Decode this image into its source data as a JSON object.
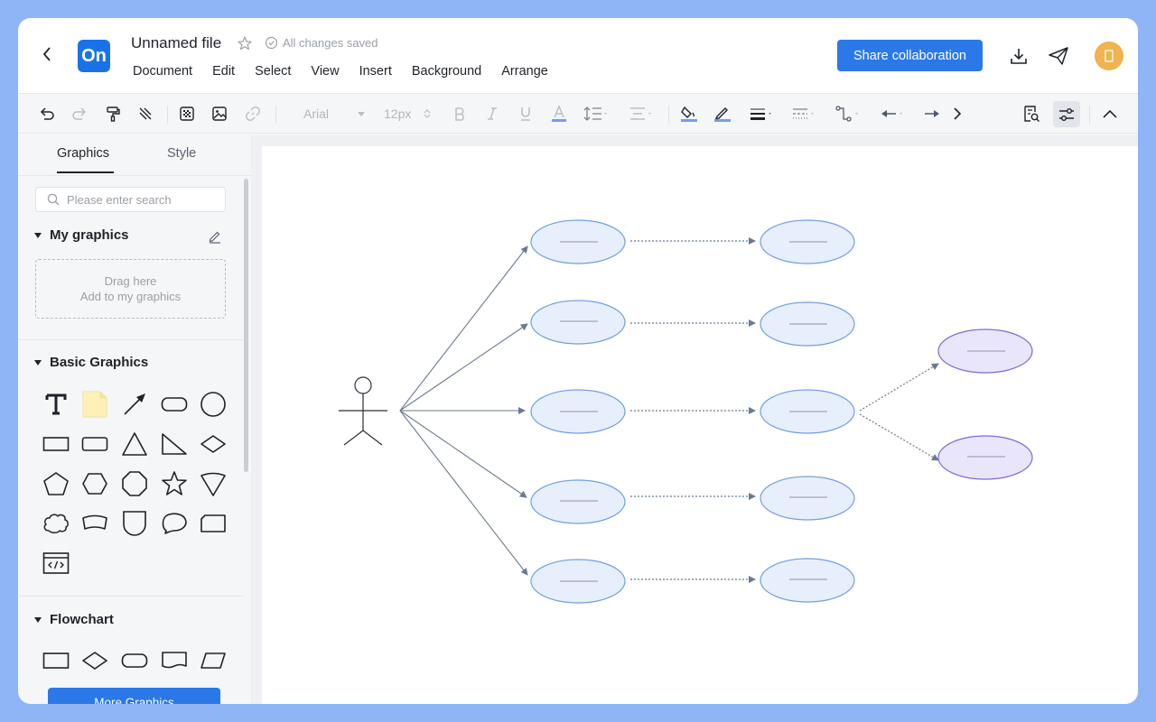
{
  "header": {
    "file_title": "Unnamed file",
    "saved_status": "All changes saved",
    "logo_text": "On",
    "share_button": "Share collaboration",
    "menu": [
      "Document",
      "Edit",
      "Select",
      "View",
      "Insert",
      "Background",
      "Arrange"
    ],
    "icons": [
      "back-icon",
      "star-icon",
      "check-circle-icon",
      "download-icon",
      "send-icon",
      "avatar"
    ]
  },
  "toolbar": {
    "font_family": "Arial",
    "font_size": "12px",
    "icons": [
      "undo-icon",
      "redo-icon",
      "format-painter-icon",
      "clear-format-icon",
      "fill-pattern-icon",
      "image-icon",
      "link-icon",
      "bold-icon",
      "italic-icon",
      "underline-icon",
      "font-color-icon",
      "line-spacing-icon",
      "align-icon",
      "fill-color-icon",
      "line-color-icon",
      "line-width-icon",
      "line-style-icon",
      "connector-icon",
      "arrow-start-icon",
      "arrow-end-icon",
      "chevron-right-icon",
      "find-replace-icon",
      "settings-sliders-icon",
      "collapse-icon"
    ],
    "accent_color": "#6ea1e8"
  },
  "sidebar": {
    "tabs": [
      "Graphics",
      "Style"
    ],
    "search_placeholder": "Please enter search",
    "my_graphics": {
      "title": "My graphics",
      "drop_line1": "Drag here",
      "drop_line2": "Add to my graphics"
    },
    "basic_graphics": {
      "title": "Basic Graphics",
      "shapes": [
        "text",
        "note",
        "arrow",
        "rounded-rect",
        "circle",
        "rectangle",
        "rounded-rectangle",
        "triangle",
        "right-triangle",
        "diamond",
        "pentagon",
        "hexagon",
        "octagon",
        "star",
        "cone",
        "cloud",
        "banner",
        "shield",
        "speech-bubble",
        "card",
        "code-block"
      ]
    },
    "flowchart": {
      "title": "Flowchart",
      "shapes": [
        "process",
        "decision",
        "terminator",
        "document",
        "data"
      ]
    },
    "more_button": "More Graphics"
  },
  "diagram": {
    "ellipse_fill": "#e8effc",
    "ellipse_stroke": "#6e9ee6",
    "purple_fill": "#e9e6fb",
    "purple_stroke": "#7a6be0",
    "line_color": "#6b7a90"
  }
}
